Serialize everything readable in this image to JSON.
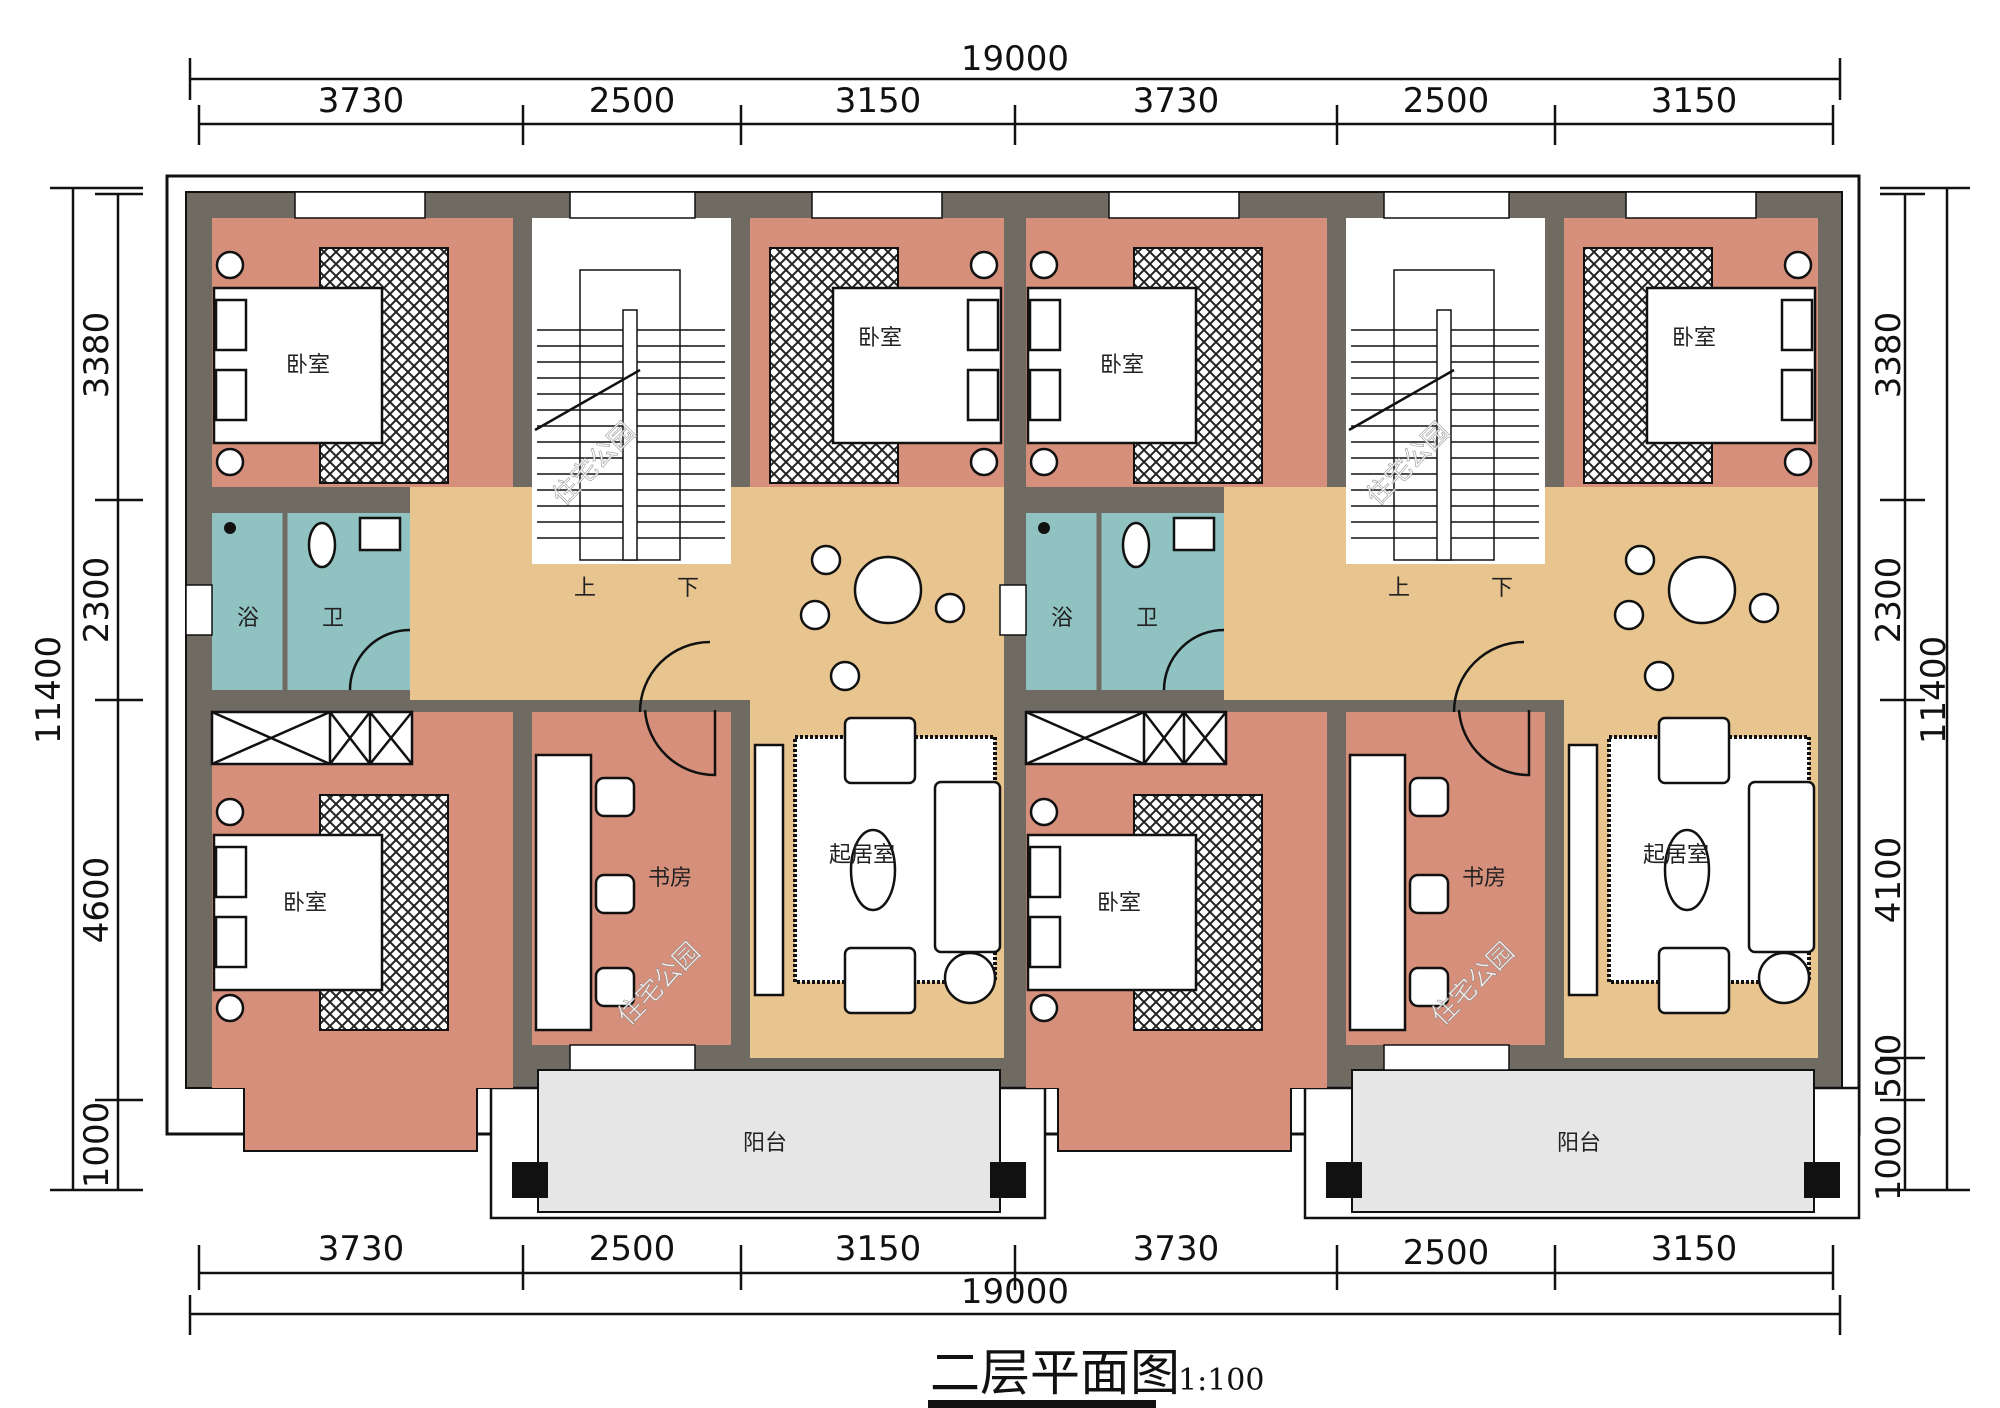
{
  "drawing": {
    "title": "二层平面图",
    "scale": "1:100",
    "watermark": "住宅公园"
  },
  "dimensions": {
    "top_total": "19000",
    "top": [
      "3730",
      "2500",
      "3150",
      "3730",
      "2500",
      "3150"
    ],
    "bottom_total": "19000",
    "bottom": [
      "3730",
      "2500",
      "3150",
      "3730",
      "2500",
      "3150"
    ],
    "left_total": "11400",
    "left": [
      "3380",
      "2300",
      "4600",
      "1000"
    ],
    "right_total": "11400",
    "right": [
      "3380",
      "2300",
      "4100",
      "500",
      "1000"
    ]
  },
  "units": [
    {
      "bedroom_a": "卧室",
      "bedroom_b": "卧室",
      "bedroom_c": "卧室",
      "bath": "浴",
      "toilet": "卫",
      "stair_up": "上",
      "stair_down": "下",
      "living": "起居室",
      "study": "书房",
      "balcony": "阳台"
    },
    {
      "bedroom_a": "卧室",
      "bedroom_b": "卧室",
      "bedroom_c": "卧室",
      "bath": "浴",
      "toilet": "卫",
      "stair_up": "上",
      "stair_down": "下",
      "living": "起居室",
      "study": "书房",
      "balcony": "阳台"
    }
  ],
  "colors": {
    "wall": "#6f6b62",
    "bedroom": "#d58f7b",
    "hall": "#e8c48f",
    "bath": "#8fc2c1",
    "balcony": "#e6e6e6"
  }
}
